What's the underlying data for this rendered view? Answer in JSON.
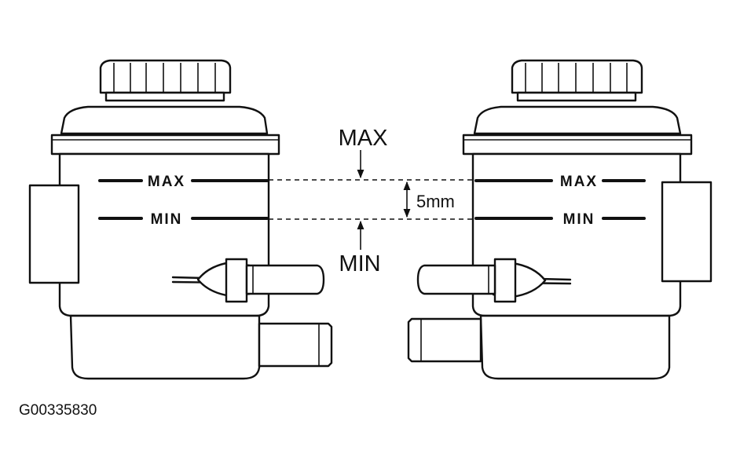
{
  "diagram": {
    "left_reservoir": {
      "max_label": "MAX",
      "min_label": "MIN"
    },
    "right_reservoir": {
      "max_label": "MAX",
      "min_label": "MIN"
    },
    "callouts": {
      "max": "MAX",
      "min": "MIN",
      "gap": "5mm"
    },
    "figure_code": "G00335830"
  }
}
